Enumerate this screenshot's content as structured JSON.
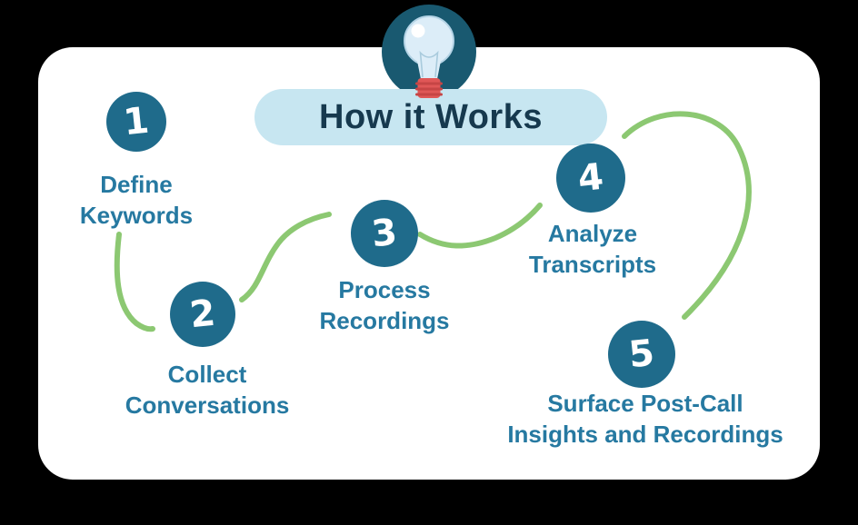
{
  "header": {
    "title": "How it Works",
    "icon": "lightbulb-icon"
  },
  "steps": [
    {
      "number": "1",
      "label": "Define\nKeywords"
    },
    {
      "number": "2",
      "label": "Collect\nConversations"
    },
    {
      "number": "3",
      "label": "Process\nRecordings"
    },
    {
      "number": "4",
      "label": "Analyze\nTranscripts"
    },
    {
      "number": "5",
      "label": "Surface Post-Call\nInsights and Recordings"
    }
  ],
  "colors": {
    "page_bg": "#000000",
    "card_bg": "#ffffff",
    "step_circle": "#1f6b8b",
    "badge_circle": "#195970",
    "banner_bg": "#c7e6f1",
    "banner_text": "#16394e",
    "label_text": "#2679a1",
    "arrow": "#8cc872",
    "bulb_glass": "#dcedf8",
    "bulb_outline": "#b5d4e6",
    "bulb_base": "#e05757",
    "bulb_base_stripe": "#c64545"
  }
}
